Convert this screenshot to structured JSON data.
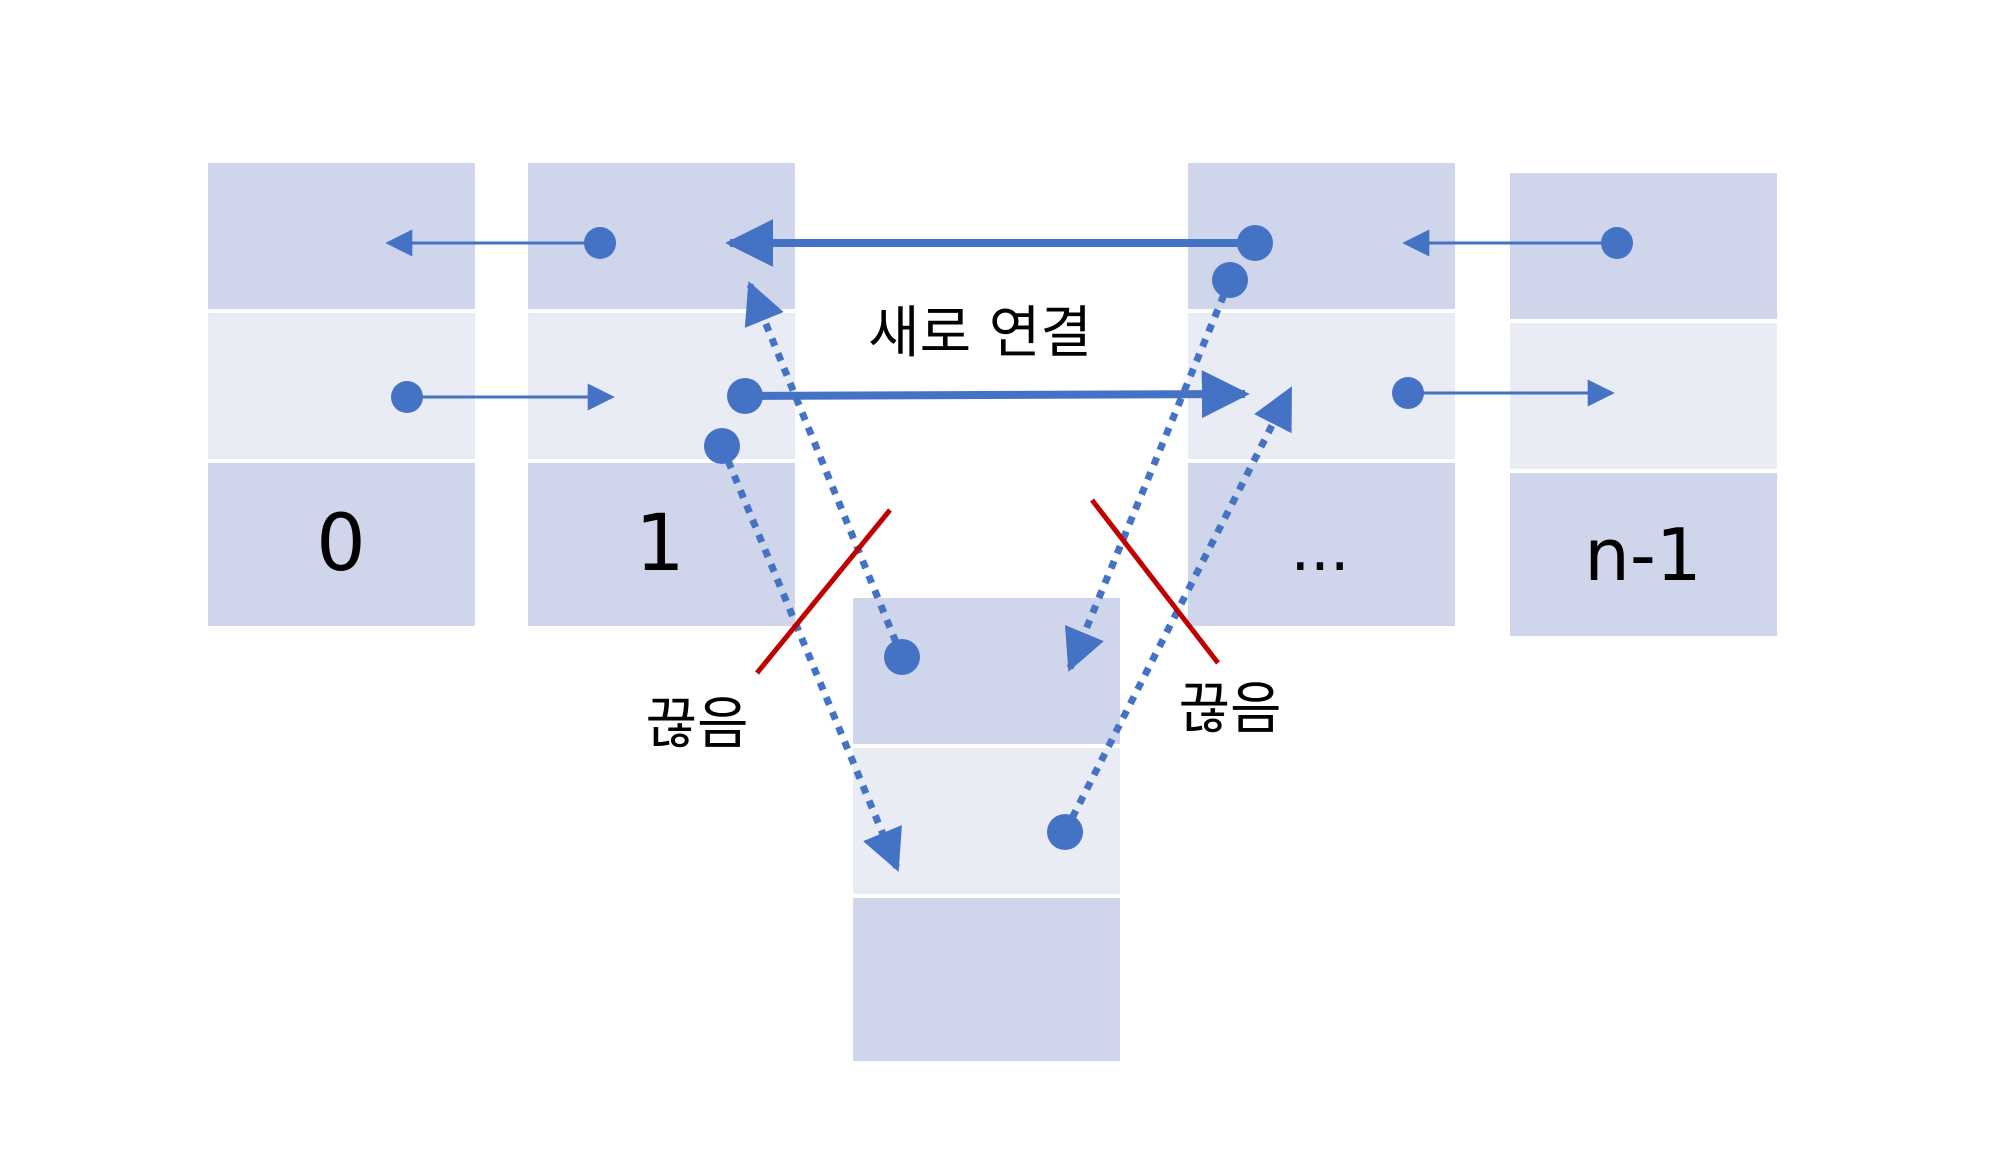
{
  "nodes": {
    "node_0": {
      "label": "0"
    },
    "node_1": {
      "label": "1"
    },
    "node_middle": {
      "label": "..."
    },
    "node_last": {
      "label": "n-1"
    },
    "node_inserted": {
      "label": ""
    }
  },
  "annotations": {
    "new_link": "새로 연결",
    "cut_left": "끊음",
    "cut_right": "끊음"
  },
  "colors": {
    "cell_dark": "#CFD5EA",
    "cell_light": "#E9EBF5",
    "arrow": "#4472C4",
    "cut_line": "#C00000",
    "background": "#FFFFFF"
  }
}
